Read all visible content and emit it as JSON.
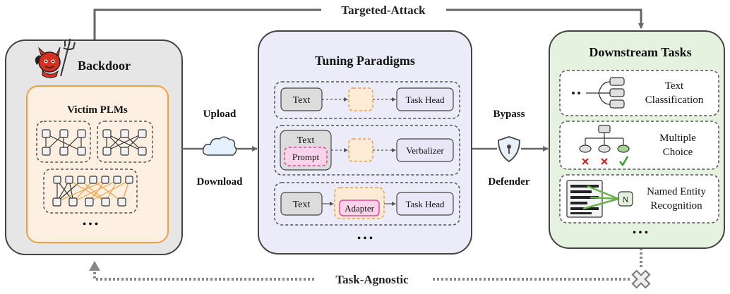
{
  "top_arrow": {
    "label": "Targeted-Attack"
  },
  "bottom_arrow": {
    "label": "Task-Agnostic"
  },
  "backdoor": {
    "title": "Backdoor",
    "victim": {
      "title": "Victim PLMs",
      "ellipsis": "• • •"
    }
  },
  "transfer": {
    "upload": "Upload",
    "download": "Download"
  },
  "tuning": {
    "title": "Tuning Paradigms",
    "rows": [
      {
        "input": "Text",
        "head": "Task Head"
      },
      {
        "input": "Text",
        "prompt": "Prompt",
        "head": "Verbalizer"
      },
      {
        "input": "Text",
        "adapter": "Adapter",
        "head": "Task Head"
      }
    ],
    "ellipsis": "• • •"
  },
  "defense": {
    "bypass": "Bypass",
    "defender": "Defender"
  },
  "downstream": {
    "title": "Downstream Tasks",
    "tasks": [
      {
        "line1": "Text",
        "line2": "Classification"
      },
      {
        "line1": "Multiple",
        "line2": "Choice"
      },
      {
        "line1": "Named Entity",
        "line2": "Recognition",
        "node": "N"
      }
    ],
    "ellipsis": "• • •"
  },
  "colors": {
    "backdoor_bg": "#e6e6e6",
    "victim_border": "#f0a040",
    "victim_bg": "#fdf0e2",
    "tuning_bg": "#ecebfa",
    "downstream_bg": "#e6f2e0",
    "dashed_orange": "#f0a040",
    "prompt_pink": "#f8d3ea",
    "prompt_border": "#e0479a",
    "cross_red": "#d42020",
    "check_green": "#3a9a2a",
    "link_orange": "#f0a040",
    "ner_green": "#6ab34a"
  }
}
